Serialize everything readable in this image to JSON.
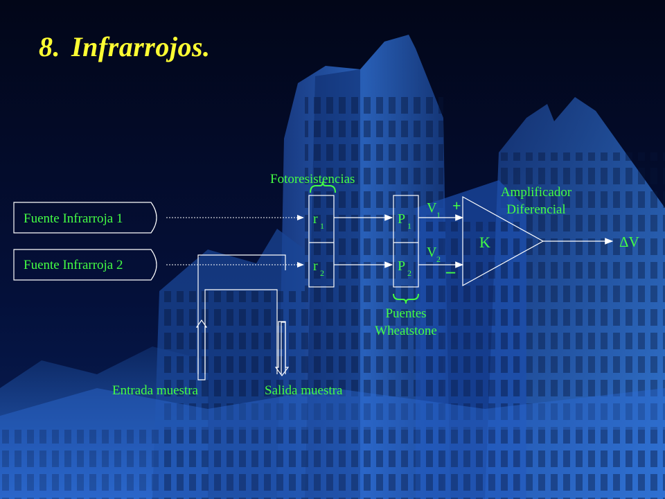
{
  "slide": {
    "number": "8.",
    "title": "Infrarrojos."
  },
  "diagram": {
    "sources": [
      "Fuente Infrarroja 1",
      "Fuente Infrarroja 2"
    ],
    "photoresistors_label": "Fotoresistencias",
    "r1": {
      "main": "r",
      "sub": "1"
    },
    "r2": {
      "main": "r",
      "sub": "2"
    },
    "p1": {
      "main": "P",
      "sub": "1"
    },
    "p2": {
      "main": "P",
      "sub": "2"
    },
    "bridges_label_line1": "Puentes",
    "bridges_label_line2": "Wheatstone",
    "v1": {
      "main": "V",
      "sub": "1"
    },
    "v2": {
      "main": "V",
      "sub": "2"
    },
    "plus": "+",
    "minus": "–",
    "gain": "K",
    "amp_label_line1": "Amplificador",
    "amp_label_line2": "Diferencial",
    "output": "ΔV",
    "sample_in": "Entrada muestra",
    "sample_out": "Salida muestra"
  },
  "colors": {
    "title": "#ffff33",
    "label_green": "#44ff44",
    "diagram_white": "#ffffff",
    "background_dark": "#030820",
    "building_blue": "#2a6fd8"
  }
}
